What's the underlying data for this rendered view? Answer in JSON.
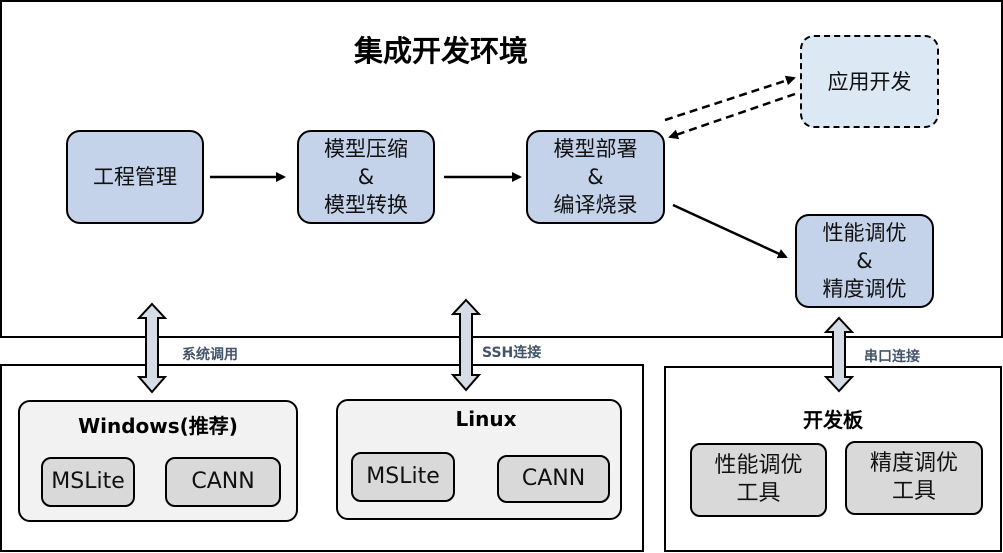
{
  "ide": {
    "title": "集成开发环境",
    "nodes": {
      "project": {
        "lines": [
          "工程管理"
        ]
      },
      "compress": {
        "lines": [
          "模型压缩",
          "&",
          "模型转换"
        ]
      },
      "deploy": {
        "lines": [
          "模型部署",
          "&",
          "编译烧录"
        ]
      },
      "appdev": {
        "lines": [
          "应用开发"
        ]
      },
      "tuning": {
        "lines": [
          "性能调优",
          "&",
          "精度调优"
        ]
      }
    }
  },
  "links": {
    "syscall": "系统调用",
    "ssh": "SSH连接",
    "serial": "串口连接"
  },
  "windows": {
    "title": "Windows(推荐)",
    "chips": [
      "MSLite",
      "CANN"
    ]
  },
  "linux": {
    "title": "Linux",
    "chips": [
      "MSLite",
      "CANN"
    ]
  },
  "board": {
    "title": "开发板",
    "chips": [
      {
        "lines": [
          "性能调优",
          "工具"
        ]
      },
      {
        "lines": [
          "精度调优",
          "工具"
        ]
      }
    ]
  },
  "colors": {
    "node_fill": "#c5d3ea",
    "dashed_fill": "#dde8f5",
    "panel_fill": "#f2f2f2",
    "chip_fill": "#d9d9d9",
    "link_label": "#44546a",
    "arrow_fill": "#d6dce5"
  }
}
